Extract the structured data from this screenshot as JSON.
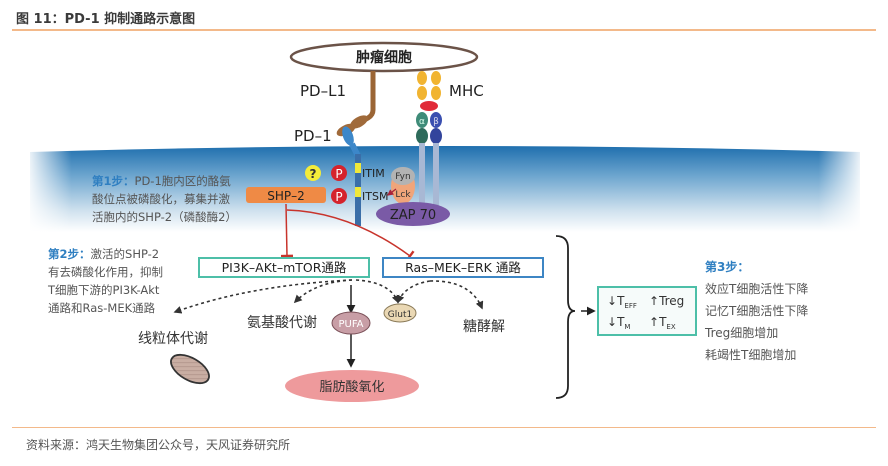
{
  "figure": {
    "title": "图 11：PD-1 抑制通路示意图",
    "source": "资料来源：鸿天生物集团公众号，天风证券研究所"
  },
  "tumor_cell": {
    "label": "肿瘤细胞"
  },
  "receptors": {
    "pd_l1": "PD–L1",
    "mhc": "MHC",
    "pd_1": "PD–1",
    "alpha": "α",
    "beta": "β"
  },
  "intracellular": {
    "question": "?",
    "p1": "P",
    "p2": "P",
    "itim": "ITIM",
    "itsm": "ITSM",
    "fyn": "Fyn",
    "lck": "Lck",
    "shp2": "SHP–2",
    "zap70": "ZAP 70"
  },
  "step1": {
    "head": "第1步：",
    "lines": [
      "PD-1胞内区的酪氨",
      "酸位点被磷酸化，募集并激",
      "活胞内的SHP-2（磷酸酶2）"
    ]
  },
  "step2": {
    "head": "第2步：",
    "lines": [
      "激活的SHP-2",
      "有去磷酸化作用，抑制",
      "T细胞下游的PI3K-Akt",
      "通路和Ras-MEK通路"
    ]
  },
  "pathways": {
    "pi3k": "PI3K–AKt–mTOR通路",
    "ras": "Ras–MEK–ERK 通路"
  },
  "metabolism": {
    "amino": "氨基酸代谢",
    "pufa": "PUFA",
    "glut1": "Glut1",
    "glycolysis": "糖酵解",
    "mito": "线粒体代谢",
    "fao": "脂肪酸氧化"
  },
  "outcome_box": {
    "teff_arrow": "↓",
    "teff": "T",
    "teff_sub": "EFF",
    "treg_arrow": "↑",
    "treg": "Treg",
    "tm_arrow": "↓",
    "tm": "T",
    "tm_sub": "M",
    "tex_arrow": "↑",
    "tex": "T",
    "tex_sub": "EX"
  },
  "step3": {
    "head": "第3步：",
    "lines": [
      "效应T细胞活性下降",
      "记忆T细胞活性下降",
      "Treg细胞增加",
      "耗竭性T细胞增加"
    ]
  },
  "colors": {
    "accent_rule": "#f3b98a",
    "step_head": "#2f7fc1",
    "pi3k_border": "#4dbfa8",
    "ras_border": "#3d86c4",
    "inhibit_line": "#c8342c",
    "shp2_fill": "#ef8a45",
    "zap70_fill": "#7a5aa6"
  }
}
